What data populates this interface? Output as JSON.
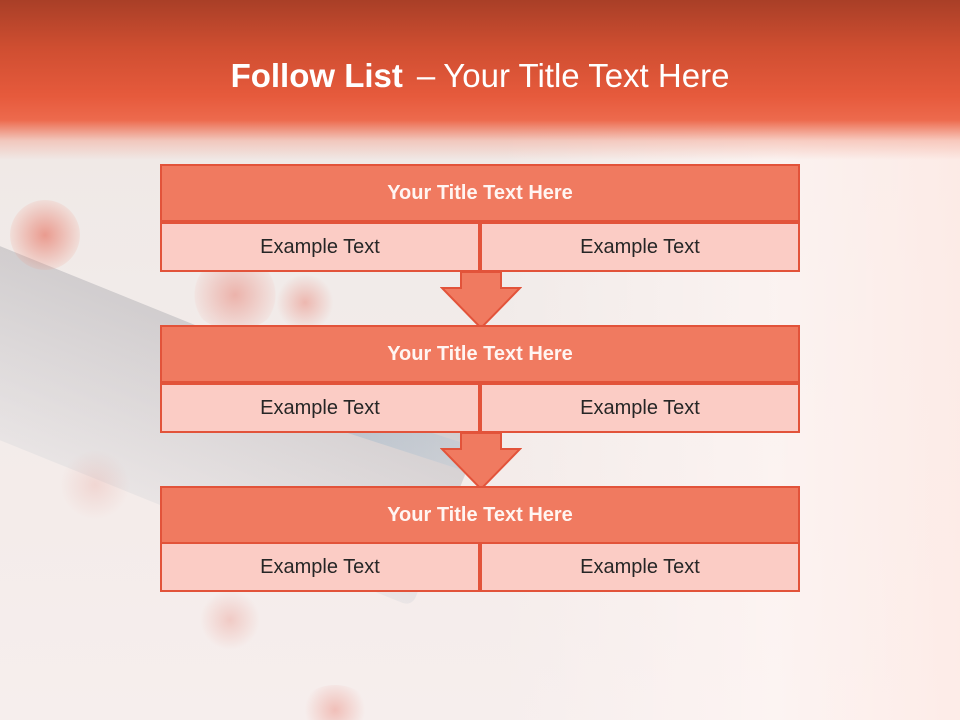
{
  "header": {
    "title_bold": "Follow List",
    "dash": "–",
    "title_rest": "Your Title Text Here"
  },
  "stages": [
    {
      "title": "Your Title Text Here",
      "left": "Example Text",
      "right": "Example Text"
    },
    {
      "title": "Your Title Text Here",
      "left": "Example Text",
      "right": "Example Text"
    },
    {
      "title": "Your Title Text Here",
      "left": "Example Text",
      "right": "Example Text"
    }
  ],
  "colors": {
    "accent": "#e2533a",
    "title_fill": "#f07a60",
    "cell_fill": "#fbccc5"
  }
}
